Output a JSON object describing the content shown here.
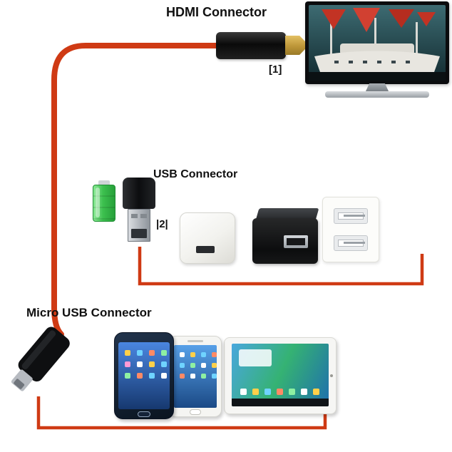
{
  "diagram": {
    "labels": {
      "hdmi": "HDMI Connector",
      "hdmi_ref": "[1]",
      "usb": "USB Connector",
      "usb_ref": "|2|",
      "micro_usb": "Micro USB Connector"
    },
    "components": {
      "cable": "red-mhl-cable",
      "hdmi_adapter": "black-hdmi-adapter-with-gold-plug",
      "tv": "television-showing-ship-picture",
      "battery": "green-battery-icon",
      "usb_plug": "usb-a-plug",
      "wall_charger": "white-usb-wall-charger-cube",
      "dock_charger": "black-charging-dock",
      "usb_wall_plate": "dual-usb-wall-outlet",
      "micro_usb_plug": "micro-usb-plug",
      "phone_dark": "dark-smartphone",
      "phone_white": "white-smartphone",
      "tablet": "white-tablet"
    },
    "colors": {
      "cable_red": "#cf3a14",
      "background": "#ffffff",
      "hdmi_gold": "#c9a245",
      "battery_green": "#3bc24f",
      "label_text": "#101010"
    }
  }
}
